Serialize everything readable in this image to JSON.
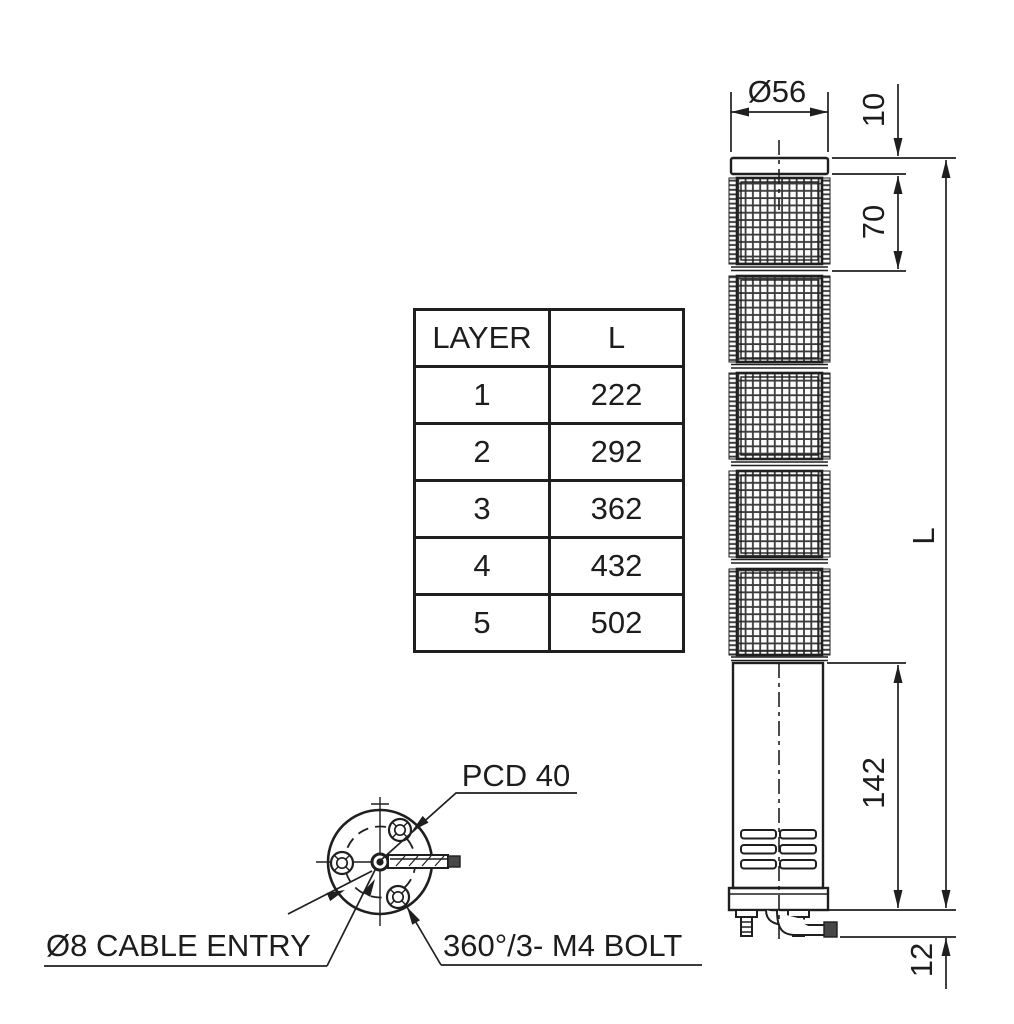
{
  "table": {
    "headers": [
      "LAYER",
      "L"
    ],
    "rows": [
      [
        "1",
        "222"
      ],
      [
        "2",
        "292"
      ],
      [
        "3",
        "362"
      ],
      [
        "4",
        "432"
      ],
      [
        "5",
        "502"
      ]
    ]
  },
  "dimensions": {
    "top_diameter": "Ø56",
    "cap_height": "10",
    "module_height": "70",
    "overall_length": "L",
    "base_body_height": "142",
    "bolt_protrusion": "12"
  },
  "callouts": {
    "pcd": "PCD 40",
    "cable_entry": "Ø8 CABLE ENTRY",
    "mounting_bolt": "360°/3- M4 BOLT"
  },
  "colors": {
    "line": "#1f1f1f",
    "background": "#ffffff"
  }
}
